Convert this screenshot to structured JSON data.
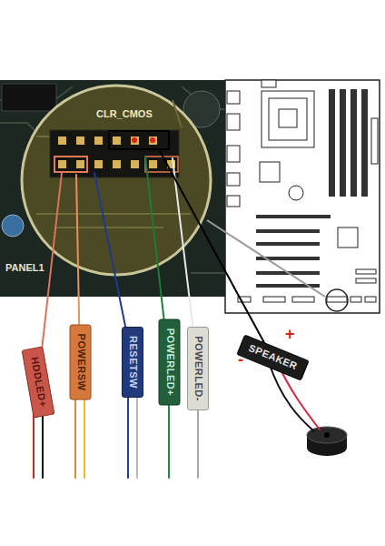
{
  "diagram": {
    "nodes": [
      {
        "text": [
          "HDDLED+"
        ]
      },
      {
        "text": [
          "POWERSW"
        ]
      },
      {
        "text": [
          "RESETSW"
        ]
      },
      {
        "text": [
          "POWERLED+"
        ]
      },
      {
        "text": [
          "POWERLED-"
        ]
      },
      {
        "text": [
          "SPEAKER"
        ]
      }
    ],
    "labels": [
      "CLR_CMOS",
      "PANEL1",
      "+",
      "-"
    ]
  }
}
